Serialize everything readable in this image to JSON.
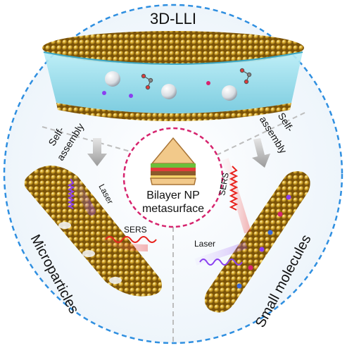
{
  "title": "3D-LLI",
  "left_arrow_label": [
    "Self-",
    "assembly"
  ],
  "right_arrow_label": [
    "Self-",
    "assembly"
  ],
  "center_label": [
    "Bilayer NP",
    "metasurface"
  ],
  "left_panel": {
    "laser": "Laser",
    "sers": "SERS",
    "caption": "Microparticles"
  },
  "right_panel": {
    "laser": "Laser",
    "sers": "SERS",
    "caption": "Small molecules"
  },
  "colors": {
    "outer_dash": "#2f8fe0",
    "center_dash": "#d6246e",
    "laser": "#8a3ff0",
    "sers": "#e8231e",
    "gold": "#c9a227",
    "liquid": "#8fd8e8"
  },
  "icons": [
    "sandwich-icon",
    "molecule-icon",
    "arrow-down-icon"
  ]
}
